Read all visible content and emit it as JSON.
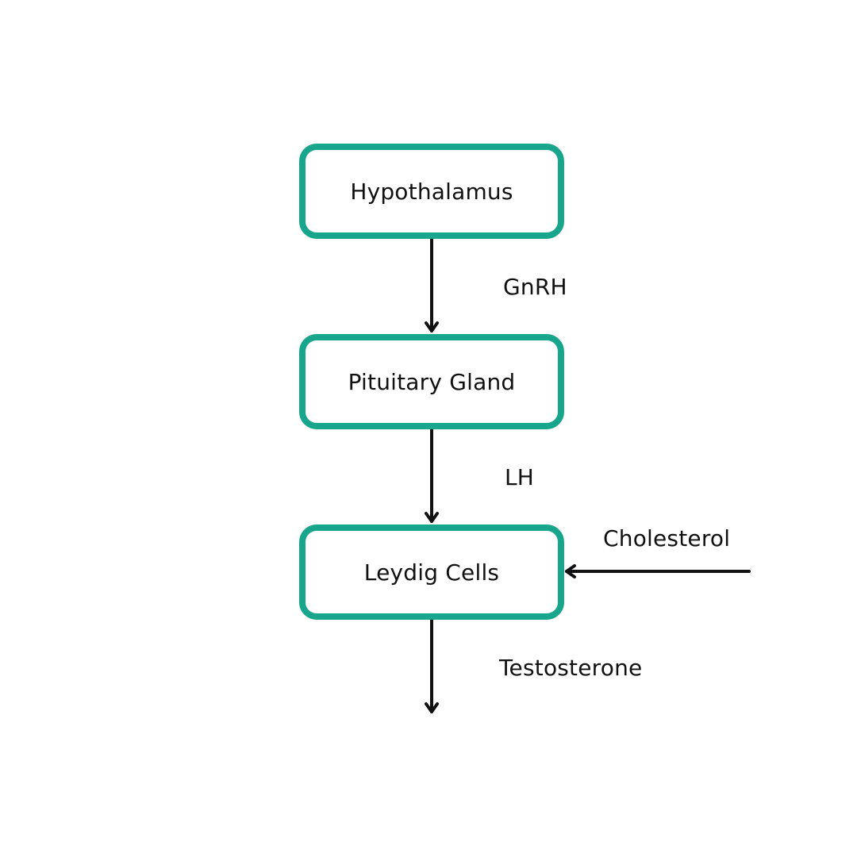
{
  "nodes": {
    "hypothalamus": "Hypothalamus",
    "pituitary": "Pituitary Gland",
    "leydig": "Leydig Cells"
  },
  "edge_labels": {
    "gnrh": "GnRH",
    "lh": "LH",
    "cholesterol": "Cholesterol",
    "testosterone": "Testosterone"
  },
  "colors": {
    "node_border": "#17a58c",
    "arrow": "#111111"
  }
}
